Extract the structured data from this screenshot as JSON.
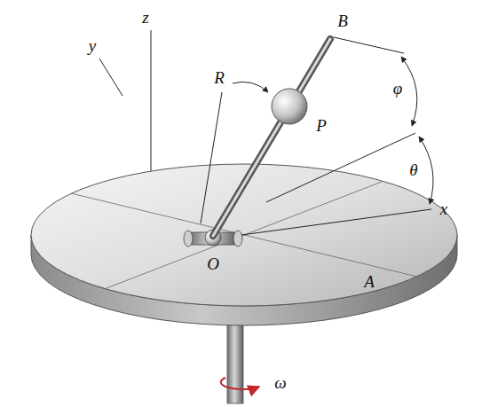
{
  "diagram": {
    "labels": [
      "z",
      "y",
      "B",
      "R",
      "φ",
      "P",
      "θ",
      "x",
      "O",
      "A",
      "ω"
    ]
  }
}
